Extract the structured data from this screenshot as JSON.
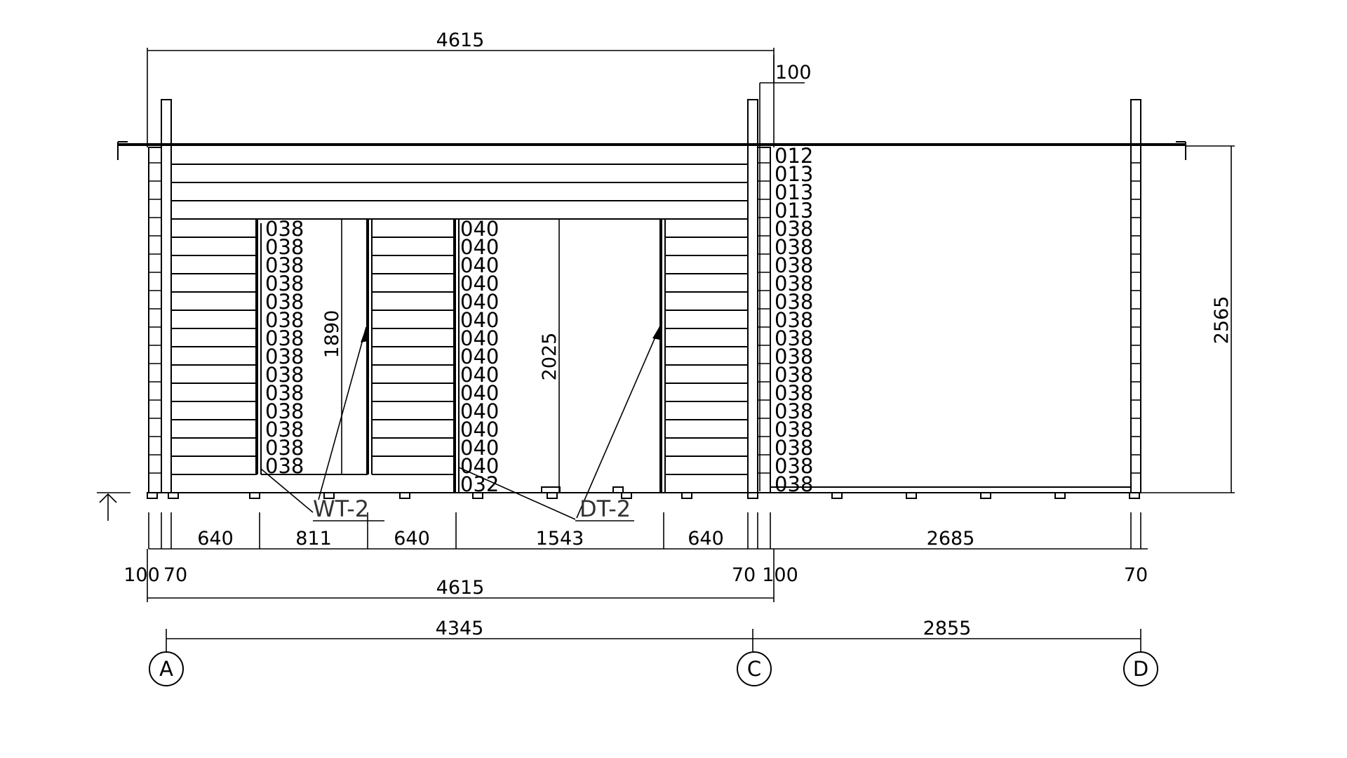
{
  "drawing": {
    "dimensions": {
      "top_total": "4615",
      "top_thickness": "100",
      "height": "2565",
      "window_height": "1890",
      "door_height": "2025",
      "seg_1": "640",
      "seg_2": "811",
      "seg_3": "640",
      "seg_4": "1543",
      "seg_5": "640",
      "seg_6": "2685",
      "left_100": "100",
      "left_70": "70",
      "mid_70": "70",
      "mid_100": "100",
      "right_70": "70",
      "bottom_total": "4615",
      "axis_ac": "4345",
      "axis_cd": "2855"
    },
    "tags": {
      "window": "WT-2",
      "door": "DT-2"
    },
    "grid": {
      "a": "A",
      "c": "C",
      "d": "D"
    },
    "log_codes": {
      "window_left": [
        "038",
        "038",
        "038",
        "038",
        "038",
        "038",
        "038",
        "038",
        "038",
        "038",
        "038",
        "038",
        "038",
        "038"
      ],
      "window_right": [
        "040",
        "040",
        "040",
        "040",
        "040",
        "040",
        "040",
        "040",
        "040",
        "040",
        "040",
        "040",
        "040",
        "040",
        "032"
      ],
      "partition": [
        "012",
        "013",
        "013",
        "013",
        "038",
        "038",
        "038",
        "038",
        "038",
        "038",
        "038",
        "038",
        "038",
        "038",
        "038",
        "038",
        "038",
        "038",
        "038"
      ]
    }
  }
}
